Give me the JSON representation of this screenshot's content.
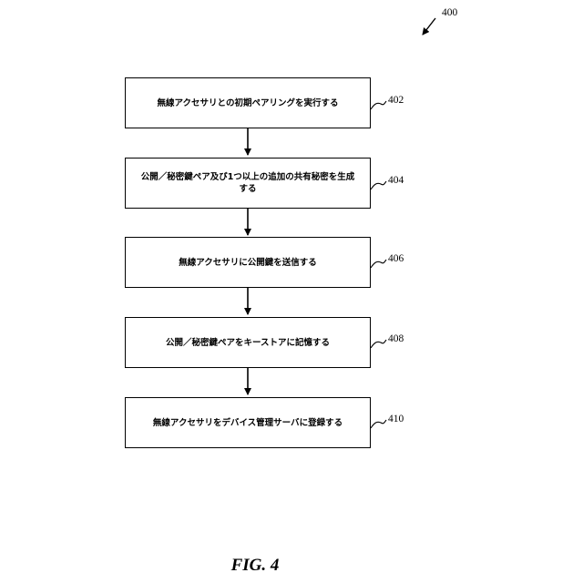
{
  "figure_ref": "400",
  "steps": [
    {
      "text": "無線アクセサリとの初期ペアリングを実行する",
      "ref": "402"
    },
    {
      "text": "公開／秘密鍵ペア及び1つ以上の追加の共有秘密を生成する",
      "ref": "404"
    },
    {
      "text": "無線アクセサリに公開鍵を送信する",
      "ref": "406"
    },
    {
      "text": "公開／秘密鍵ペアをキーストアに記憶する",
      "ref": "408"
    },
    {
      "text": "無線アクセサリをデバイス管理サーバに登録する",
      "ref": "410"
    }
  ],
  "figure_label": "FIG. 4"
}
